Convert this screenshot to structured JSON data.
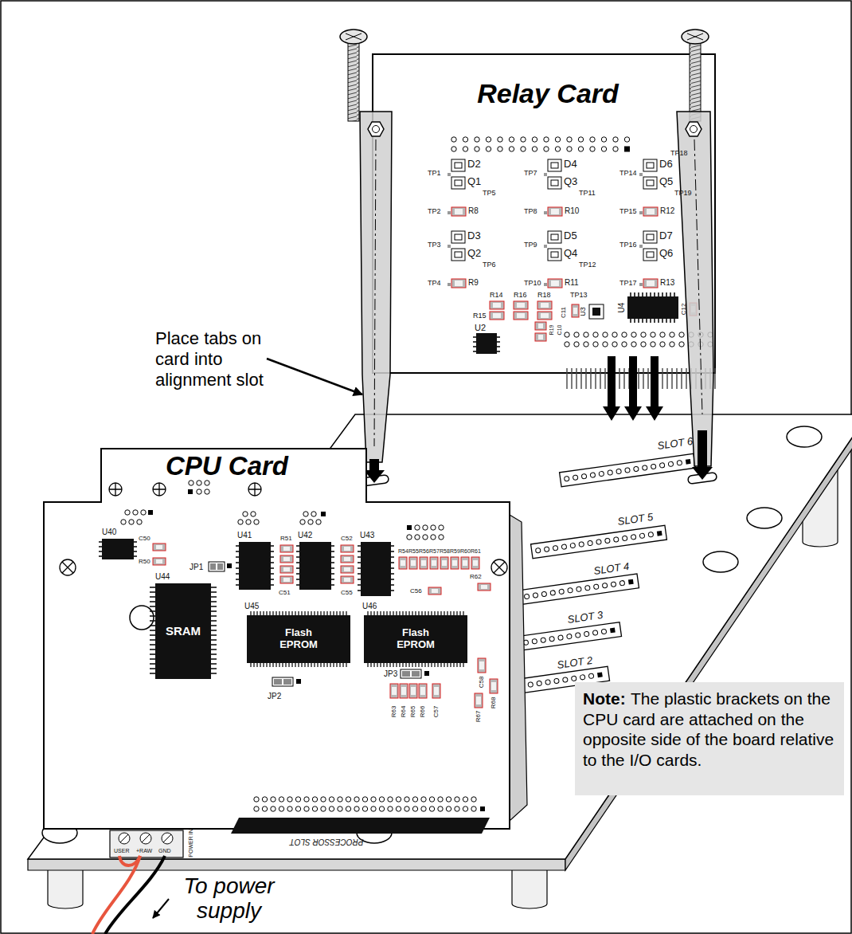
{
  "diagram": {
    "nodes": [
      {
        "text": [
          "Relay Card"
        ]
      },
      {
        "text": [
          "CPU Card"
        ]
      },
      {
        "text": [
          "SRAM"
        ],
        "in": 1
      },
      {
        "text": [
          "Flash EPROM"
        ],
        "in": 1
      },
      {
        "text": [
          "Flash EPROM"
        ],
        "in": 1
      },
      {
        "text": [
          "Note:",
          "The plastic brackets on the CPU card are attached on the opposite side of the board relative to the I/O cards."
        ]
      }
    ],
    "labels": [
      "TP1",
      "D2",
      "Q1",
      "TP5",
      "TP2",
      "R8",
      "TP3",
      "D3",
      "Q2",
      "TP6",
      "TP4",
      "R9",
      "TP7",
      "D4",
      "Q3",
      "TP11",
      "TP8",
      "R10",
      "TP9",
      "D5",
      "Q4",
      "TP12",
      "TP10",
      "R11",
      "TP14",
      "TP18",
      "D6",
      "Q5",
      "TP19",
      "TP15",
      "R12",
      "TP16",
      "D7",
      "Q6",
      "TP17",
      "R13",
      "TP13",
      "C11",
      "U3",
      "U4",
      "C12",
      "R14",
      "R16",
      "R18",
      "R15",
      "U2",
      "R19",
      "C10",
      "Place tabs on card into alignment slot",
      "SLOT 6",
      "SLOT 5",
      "SLOT 4",
      "SLOT 3",
      "SLOT 2",
      "U40",
      "C50",
      "R50",
      "U44",
      "JP1",
      "U41",
      "R51",
      "U42",
      "C52",
      "U43",
      "R54",
      "R55",
      "R56",
      "R57",
      "R58",
      "R59",
      "R60",
      "R61",
      "C51",
      "C55",
      "C56",
      "R62",
      "U45",
      "U46",
      "JP2",
      "JP3",
      "R63",
      "R64",
      "R65",
      "R66",
      "C57",
      "C58",
      "R67",
      "R68",
      "USER",
      "+RAW",
      "GND",
      "POWER IN",
      "PROCESSOR SLOT",
      "To power supply"
    ]
  }
}
